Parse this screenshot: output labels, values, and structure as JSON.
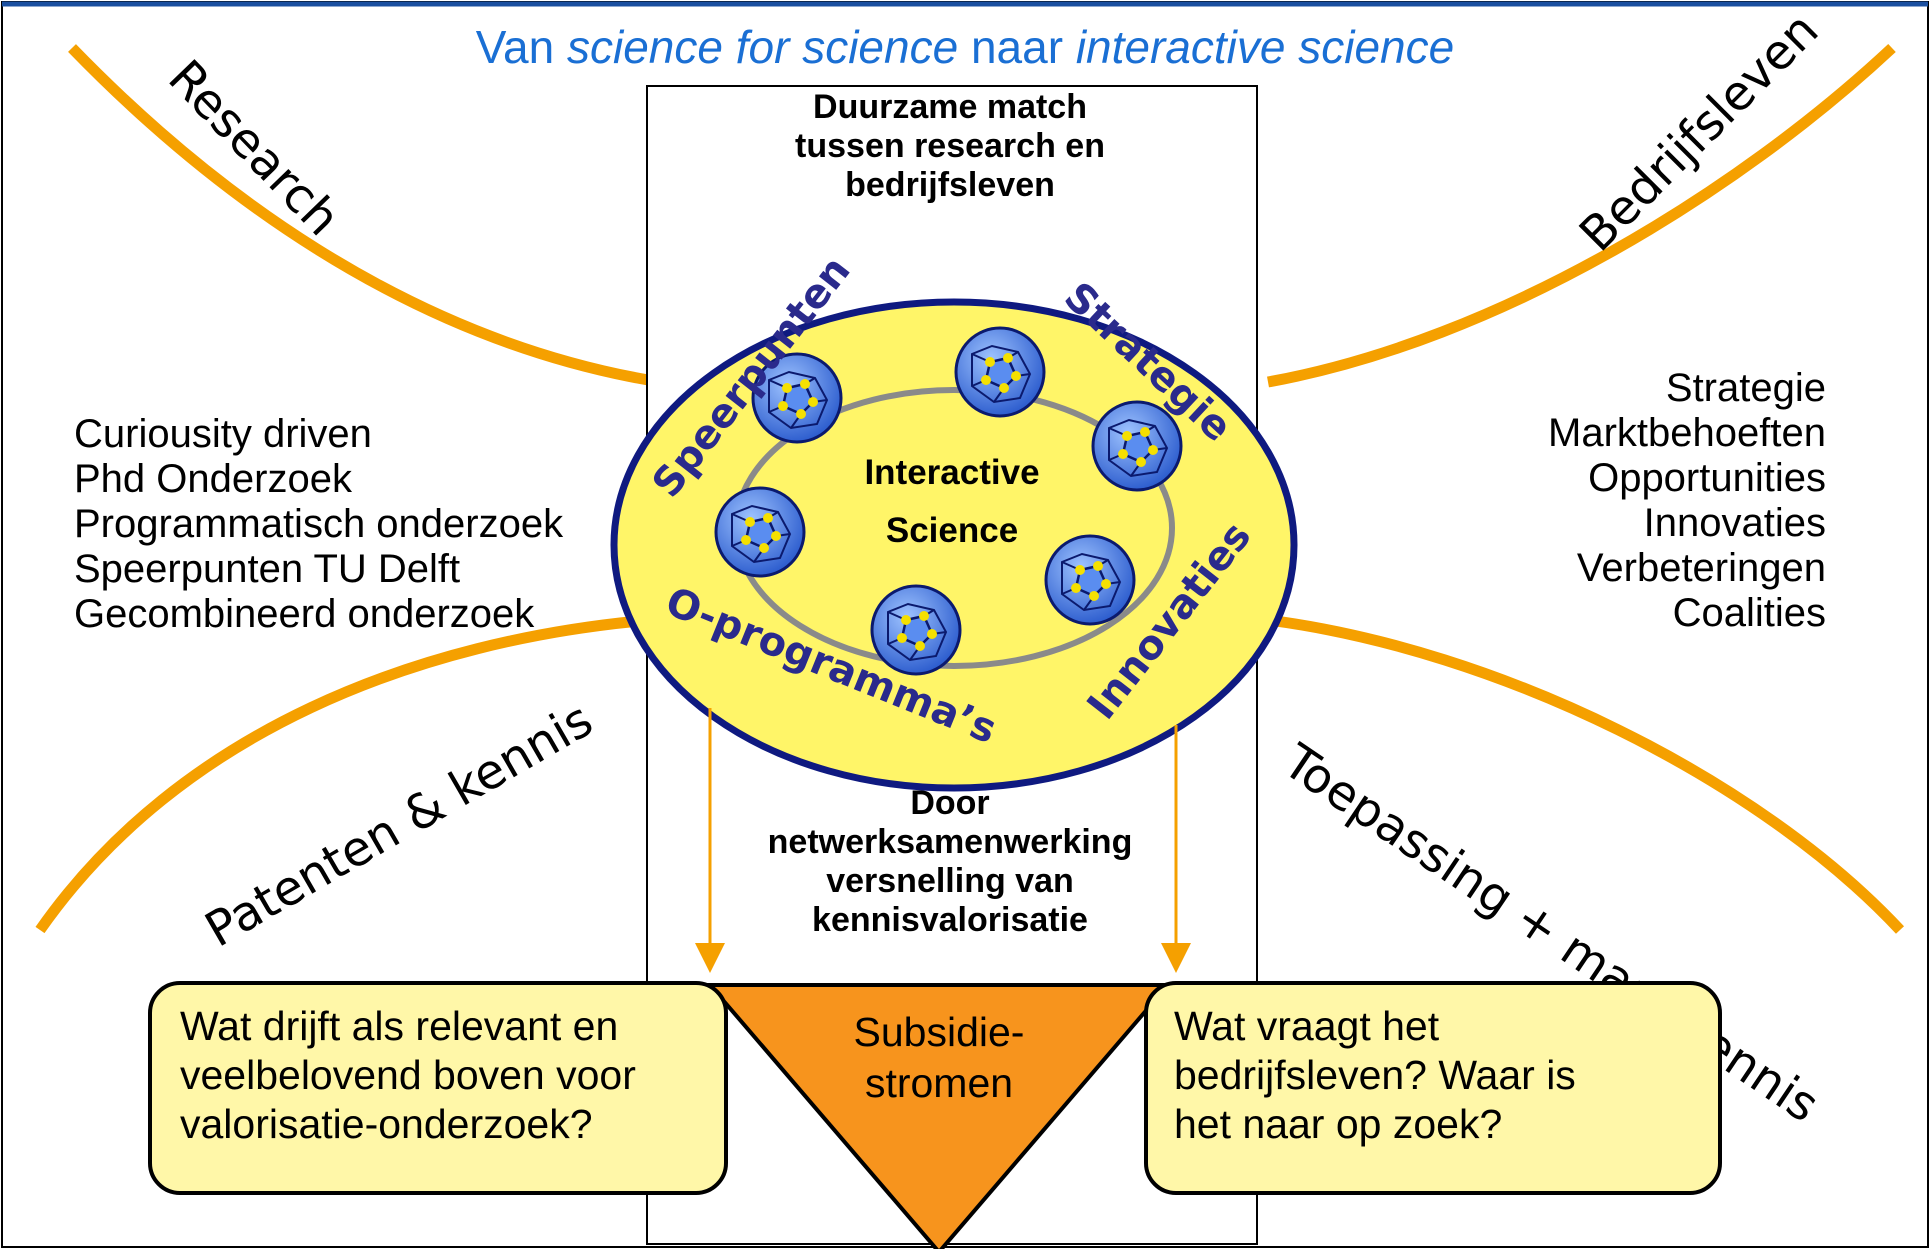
{
  "title": {
    "prefix": "Van ",
    "emph1": "science for science",
    "middle": " naar ",
    "emph2": "interactive science",
    "color": "#1a6fd4"
  },
  "top_box_text": [
    "Duurzame match",
    "tussen research en",
    "bedrijfsleven"
  ],
  "bottom_box_text": [
    "Door",
    "netwerksamenwerking",
    "versnelling van",
    "kennisvalorisatie"
  ],
  "center": {
    "line1": "Interactive",
    "line2": "Science"
  },
  "ellipse_labels": {
    "top_left": "Speerpunten",
    "top_right": "Strategie",
    "bottom_left": "O-programma’s",
    "bottom_right": "Innovaties",
    "color": "#2a2a8c"
  },
  "curve_labels": {
    "top_left": "Research",
    "top_right": "Bedrijfsleven",
    "bottom_left": "Patenten & kennis",
    "bottom_right": "Toepassing + marktkennis"
  },
  "left_list": [
    "Curiousity driven",
    "Phd Onderzoek",
    "Programmatisch onderzoek",
    "Speerpunten TU Delft",
    "Gecombineerd onderzoek"
  ],
  "right_list": [
    "Strategie",
    "Marktbehoeften",
    "Opportunities",
    "Innovaties",
    "Verbeteringen",
    "Coalities"
  ],
  "left_box": [
    "Wat drijft als relevant en",
    "veelbelovend boven voor",
    "valorisatie-onderzoek?"
  ],
  "right_box": [
    "Wat vraagt het",
    "bedrijfsleven? Waar is",
    "het naar op zoek?"
  ],
  "triangle": [
    "Subsidie-",
    "stromen"
  ],
  "colors": {
    "curve": "#f5a000",
    "ellipse_fill": "#fff568",
    "ellipse_stroke": "#0f1a80",
    "box_fill": "#fff7a8",
    "triangle_fill": "#f7941d",
    "node_fill": "#3b73e0",
    "node_dot": "#f5e000"
  },
  "icons": [
    "network-node-icon"
  ]
}
